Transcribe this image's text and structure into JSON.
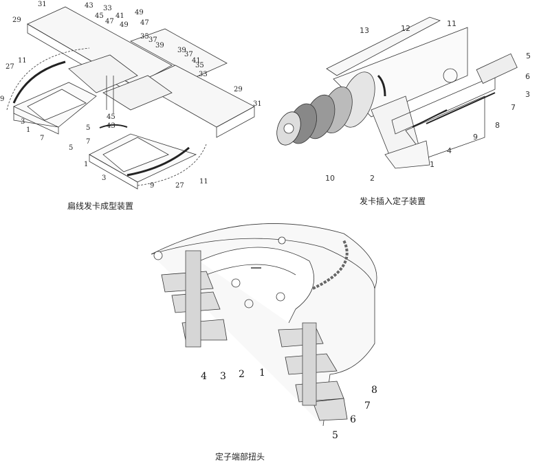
{
  "figures": [
    {
      "caption": "扁线发卡成型装置",
      "labels": [
        "31",
        "29",
        "43",
        "33",
        "45",
        "47",
        "41",
        "49",
        "49",
        "47",
        "35",
        "37",
        "39",
        "39",
        "37",
        "41",
        "35",
        "33",
        "29",
        "31",
        "11",
        "27",
        "9",
        "3",
        "1",
        "7",
        "5",
        "45",
        "43",
        "5",
        "7",
        "1",
        "3",
        "9",
        "27",
        "11"
      ]
    },
    {
      "caption": "发卡插入定子装置",
      "labels": [
        "13",
        "12",
        "11",
        "5",
        "6",
        "3",
        "7",
        "8",
        "9",
        "4",
        "1",
        "2",
        "10"
      ]
    },
    {
      "caption": "定子端部扭头",
      "labels": [
        "4",
        "3",
        "2",
        "1",
        "8",
        "7",
        "6",
        "5"
      ]
    }
  ]
}
